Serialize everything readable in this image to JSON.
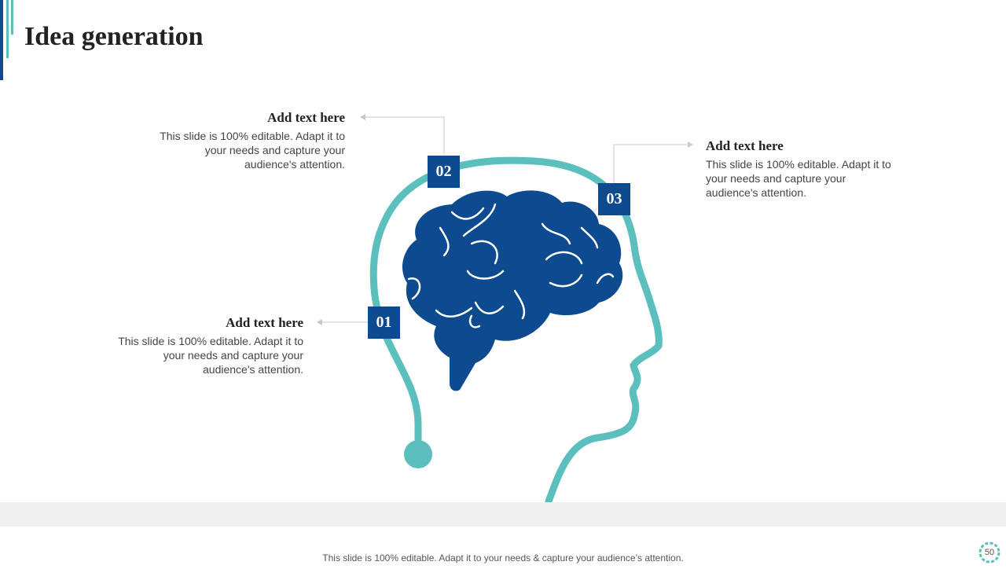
{
  "slide": {
    "title": "Idea generation"
  },
  "points": [
    {
      "number": "01",
      "heading": "Add text here",
      "body": "This slide is 100% editable. Adapt it to your needs and capture your audience's attention."
    },
    {
      "number": "02",
      "heading": "Add text here",
      "body": "This slide is 100% editable. Adapt it to your needs and capture your audience's attention."
    },
    {
      "number": "03",
      "heading": "Add text here",
      "body": "This slide is 100% editable. Adapt it to your needs and capture your audience's attention."
    }
  ],
  "footer": {
    "text": "This slide is 100% editable. Adapt it to your needs & capture your audience’s attention.",
    "page_number": "50"
  },
  "colors": {
    "navy": "#0d4a8f",
    "teal": "#5bbfbd",
    "footer_band": "#f0f0f0"
  },
  "icons": [
    "head-profile-icon",
    "brain-icon",
    "gear-icon"
  ]
}
